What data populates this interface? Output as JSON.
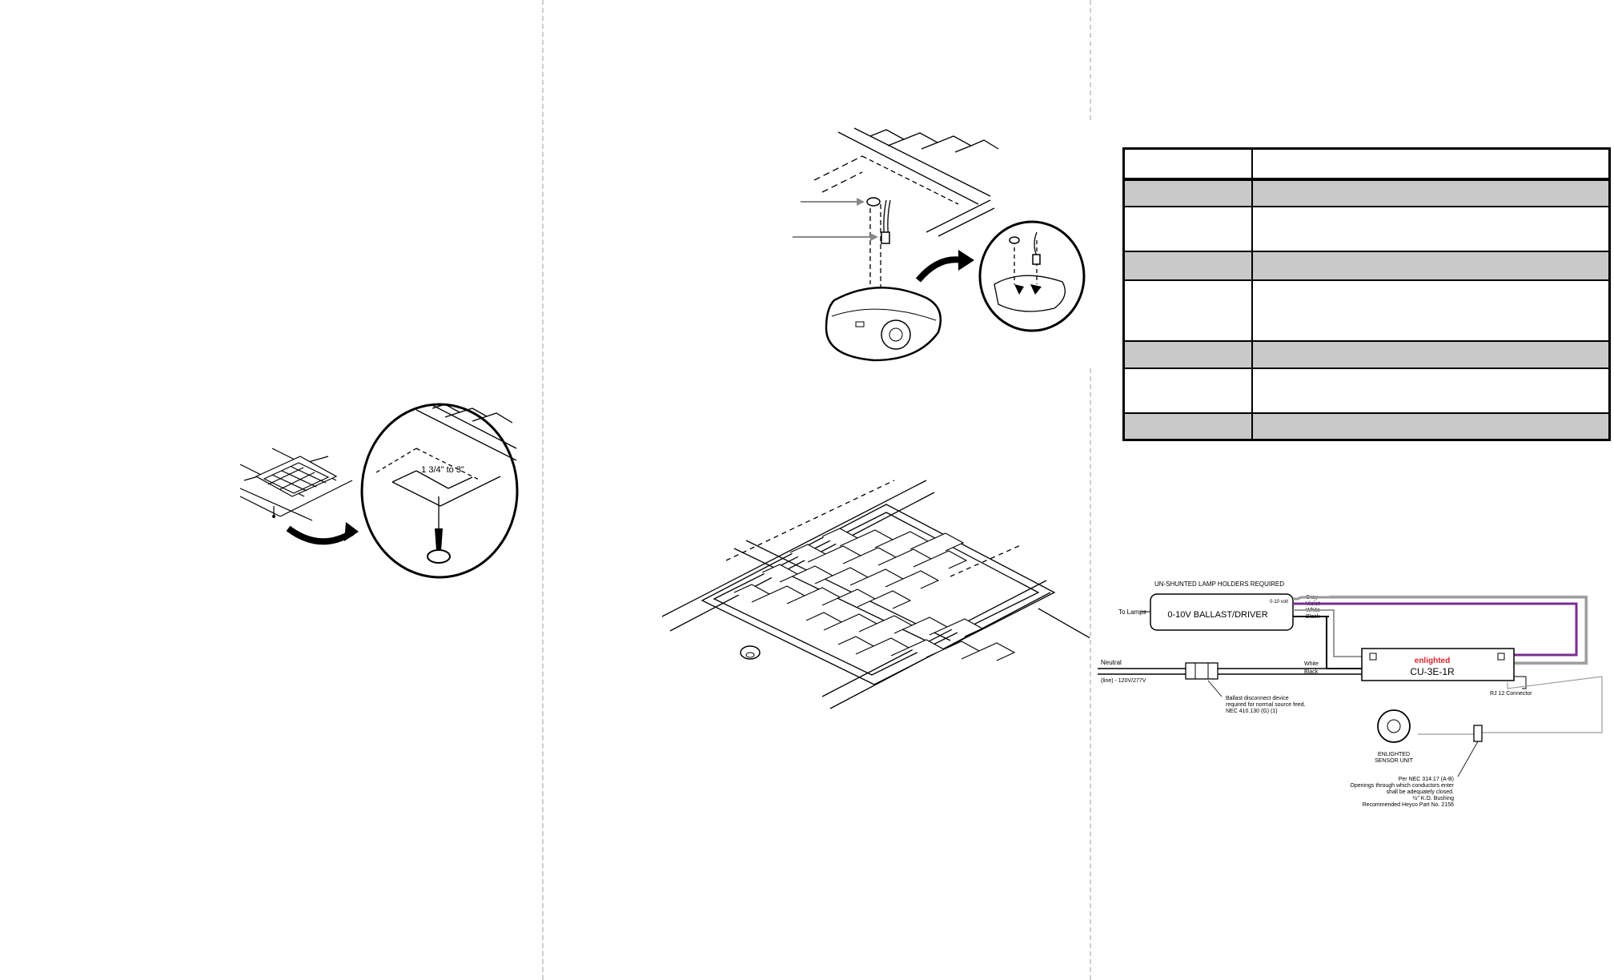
{
  "panel1": {
    "fig_offset": {
      "dimension_label": "1 3/4\" to 3\""
    }
  },
  "table": {
    "rows": [
      {
        "col1": "",
        "col2": "",
        "shaded": false
      },
      {
        "col1": "",
        "col2": "",
        "shaded": true
      },
      {
        "col1": "",
        "col2": "",
        "shaded": false
      },
      {
        "col1": "",
        "col2": "",
        "shaded": true
      },
      {
        "col1": "",
        "col2": "",
        "shaded": false
      },
      {
        "col1": "",
        "col2": "",
        "shaded": true
      },
      {
        "col1": "",
        "col2": "",
        "shaded": false
      },
      {
        "col1": "",
        "col2": "",
        "shaded": true
      }
    ]
  },
  "wiring": {
    "header_note": "UN-SHUNTED LAMP HOLDERS REQUIRED",
    "ballast_label": "0-10V BALLAST/DRIVER",
    "dim_note": "0-10 volt",
    "to_lamps": "To Lamps",
    "wire_gray": "Gray",
    "wire_violet": "Violet",
    "wire_white": "White",
    "wire_black": "Black",
    "neutral": "Neutral",
    "line": "(line) - 120V/277V",
    "white2": "White",
    "black2": "Black",
    "brand": "enlighted",
    "control_unit": "CU-3E-1R",
    "rj12": "RJ 12 Connector",
    "disconnect_l1": "Ballast disconnect device",
    "disconnect_l2": "required for normal source feed.",
    "disconnect_l3": "NEC 410.130 (G) (1)",
    "sensor_l1": "ENLIGHTED",
    "sensor_l2": "SENSOR UNIT",
    "nec_l1": "Per NEC 314.17 (A-B)",
    "nec_l2": "Openings through which conductors enter",
    "nec_l3": "shall be adequately closed.",
    "nec_l4": "½\" K.O. Bushing",
    "nec_l5": "Recommended Heyco Part No. 2156",
    "colors": {
      "violet": "#7b2d8e",
      "gray": "#9a9a9a",
      "accent": "#d8262e"
    }
  }
}
